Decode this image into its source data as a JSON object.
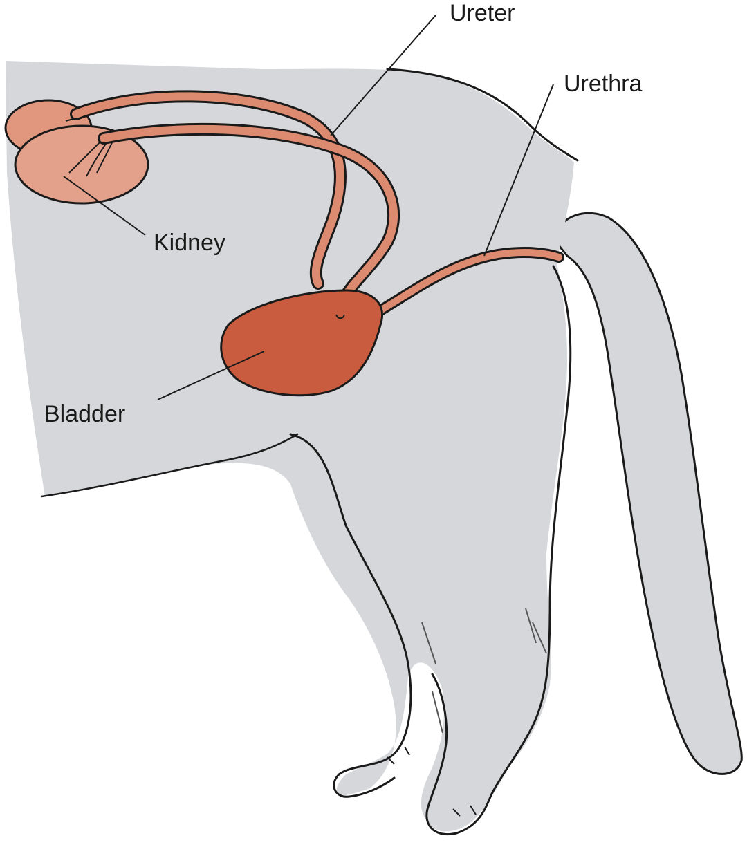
{
  "labels": {
    "ureter": "Ureter",
    "urethra": "Urethra",
    "kidney": "Kidney",
    "bladder": "Bladder"
  },
  "colors": {
    "body_fill": "#d6d7da",
    "body_shade": "#bfc0c4",
    "outline": "#1a1a1a",
    "kidney_fill": "#e0977e",
    "tube_fill": "#dc8a70",
    "bladder_fill": "#c95c3e",
    "leader_line": "#1a1a1a"
  }
}
